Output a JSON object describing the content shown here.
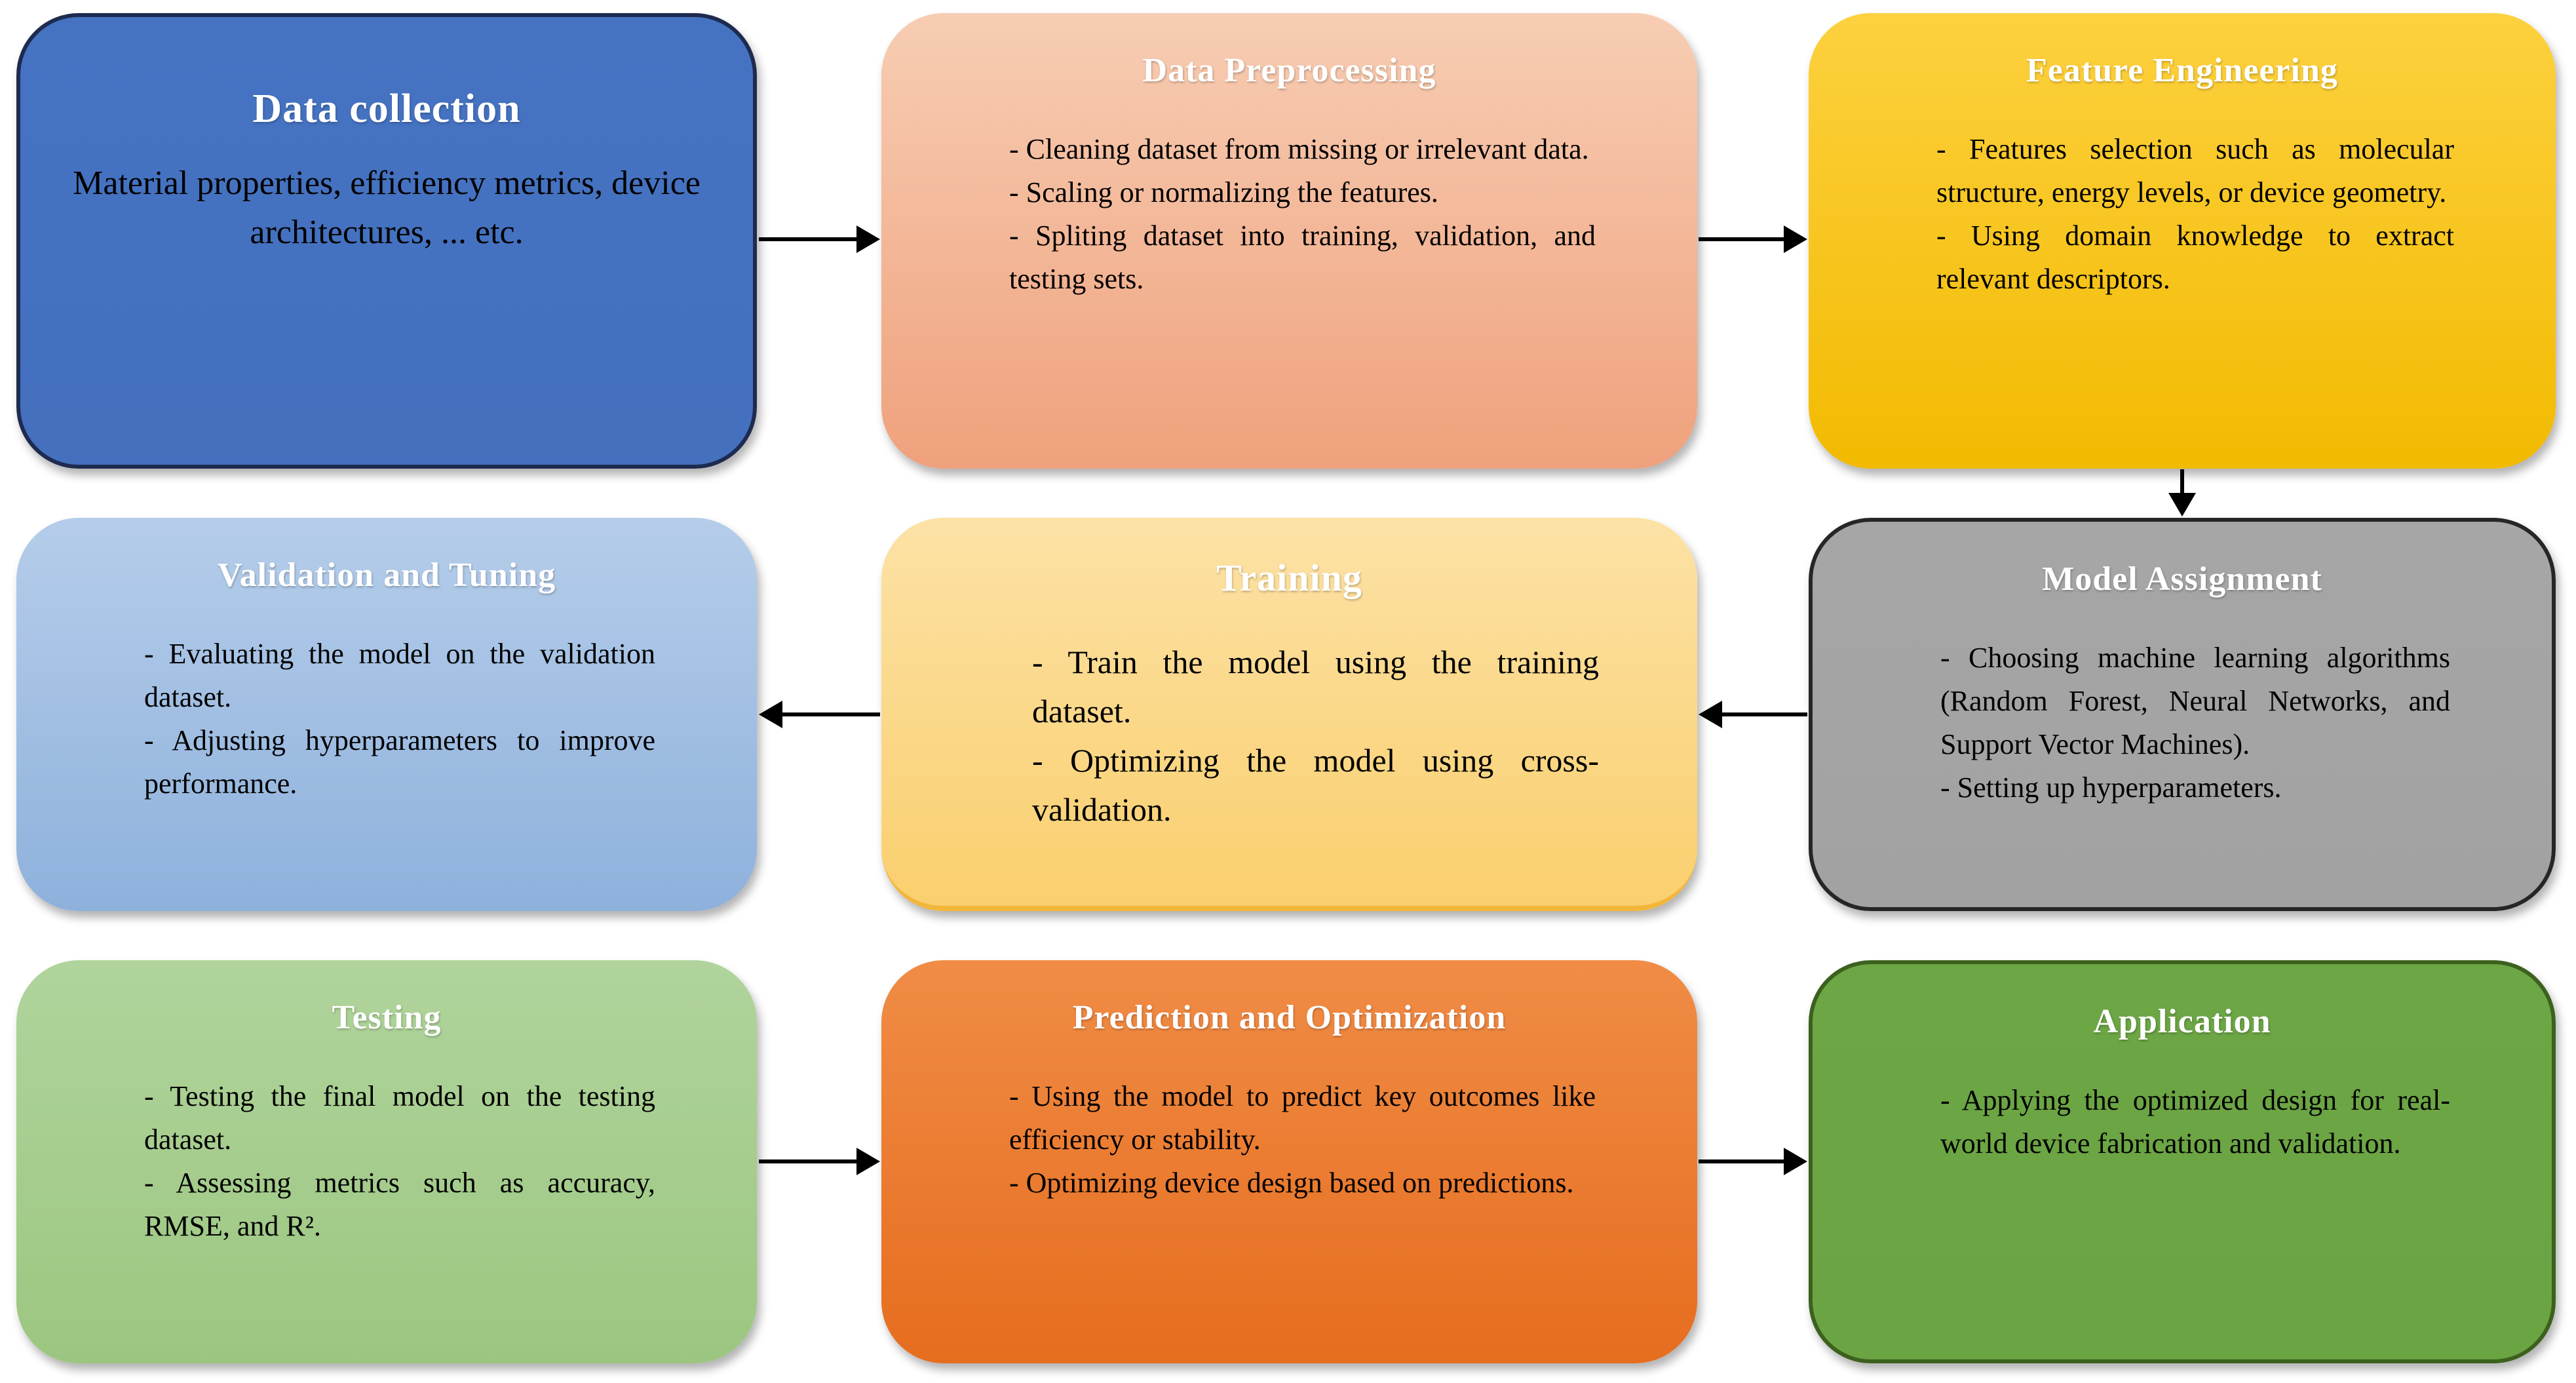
{
  "page": {
    "background": "#FFFFFF",
    "title_text_color": "#FFFFFF",
    "body_text_color": "#000000",
    "arrow_color": "#000000"
  },
  "boxes": [
    {
      "id": "data-collection",
      "title": "Data collection",
      "bullets": [
        "Material properties, efficiency metrics, device architectures, ... etc."
      ],
      "fill_top": "#4573C2",
      "fill_bottom": "#4470BE",
      "border": "#1E2B4F"
    },
    {
      "id": "data-preprocessing",
      "title": "Data Preprocessing",
      "bullets": [
        "- Cleaning dataset from missing or irrelevant data.",
        "- Scaling or normalizing the features.",
        "- Spliting dataset into training, validation, and testing sets."
      ],
      "fill_top": "#F7CDB3",
      "fill_bottom": "#EFA17C",
      "border": null
    },
    {
      "id": "feature-engineering",
      "title": "Feature Engineering",
      "bullets": [
        "- Features selection such as molecular structure, energy levels, or device geometry.",
        "- Using domain knowledge to extract relevant descriptors."
      ],
      "fill_top": "#FDD13F",
      "fill_bottom": "#F2BA00",
      "border": null
    },
    {
      "id": "validation-and-tuning",
      "title": "Validation and Tuning",
      "bullets": [
        "- Evaluating the model on the validation dataset.",
        "- Adjusting hyperparameters to improve performance."
      ],
      "fill_top": "#B5CDEA",
      "fill_bottom": "#8EB1DC",
      "border": null
    },
    {
      "id": "training",
      "title": "Training",
      "bullets": [
        "- Train the model using the training dataset.",
        "- Optimizing the model using cross-validation."
      ],
      "fill_top": "#FCE2A6",
      "fill_bottom": "#FACF6E",
      "border": null,
      "edge_bottom": "#F2B63B"
    },
    {
      "id": "model-assignment",
      "title": "Model Assignment",
      "bullets": [
        "- Choosing machine learning algorithms (Random Forest, Neural Networks, and Support Vector Machines).",
        "- Setting up hyperparameters."
      ],
      "fill_top": "#A6A6A6",
      "fill_bottom": "#A2A2A2",
      "border": "#262626"
    },
    {
      "id": "testing",
      "title": "Testing",
      "bullets": [
        "- Testing the final model on the testing dataset.",
        "- Assessing metrics such as accuracy, RMSE, and R²."
      ],
      "fill_top": "#B0D49C",
      "fill_bottom": "#9CC680",
      "border": null
    },
    {
      "id": "prediction-and-optimization",
      "title": "Prediction and Optimization",
      "bullets": [
        "- Using the model to predict key outcomes like efficiency or stability.",
        "- Optimizing device design based on predictions."
      ],
      "fill_top": "#F08C46",
      "fill_bottom": "#E66D1E",
      "border": null
    },
    {
      "id": "application",
      "title": "Application",
      "bullets": [
        "- Applying the optimized design for real-world device fabrication and validation."
      ],
      "fill_top": "#6CA645",
      "fill_bottom": "#6BA443",
      "border": "#3C611D"
    }
  ],
  "arrows": [
    {
      "from": "Data collection",
      "to": "Data Preprocessing",
      "direction": "right"
    },
    {
      "from": "Data Preprocessing",
      "to": "Feature Engineering",
      "direction": "right"
    },
    {
      "from": "Feature Engineering",
      "to": "Model Assignment",
      "direction": "down"
    },
    {
      "from": "Model Assignment",
      "to": "Training",
      "direction": "left"
    },
    {
      "from": "Training",
      "to": "Validation and Tuning",
      "direction": "left"
    },
    {
      "from": "Testing",
      "to": "Prediction and Optimization",
      "direction": "right"
    },
    {
      "from": "Prediction and Optimization",
      "to": "Application",
      "direction": "right"
    }
  ]
}
